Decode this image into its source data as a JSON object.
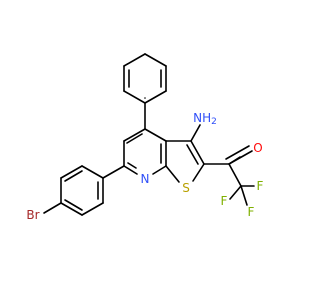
{
  "colors": {
    "bond": "#000000",
    "N": "#3050f8",
    "S": "#b8a000",
    "O": "#ff0d0d",
    "F": "#7fb000",
    "Br": "#a62929"
  },
  "labels": {
    "NH2": "NH",
    "NH2_sub": "2",
    "N_ring": "N",
    "S": "S",
    "O": "O",
    "F1": "F",
    "F2": "F",
    "F3": "F",
    "Br": "Br"
  }
}
